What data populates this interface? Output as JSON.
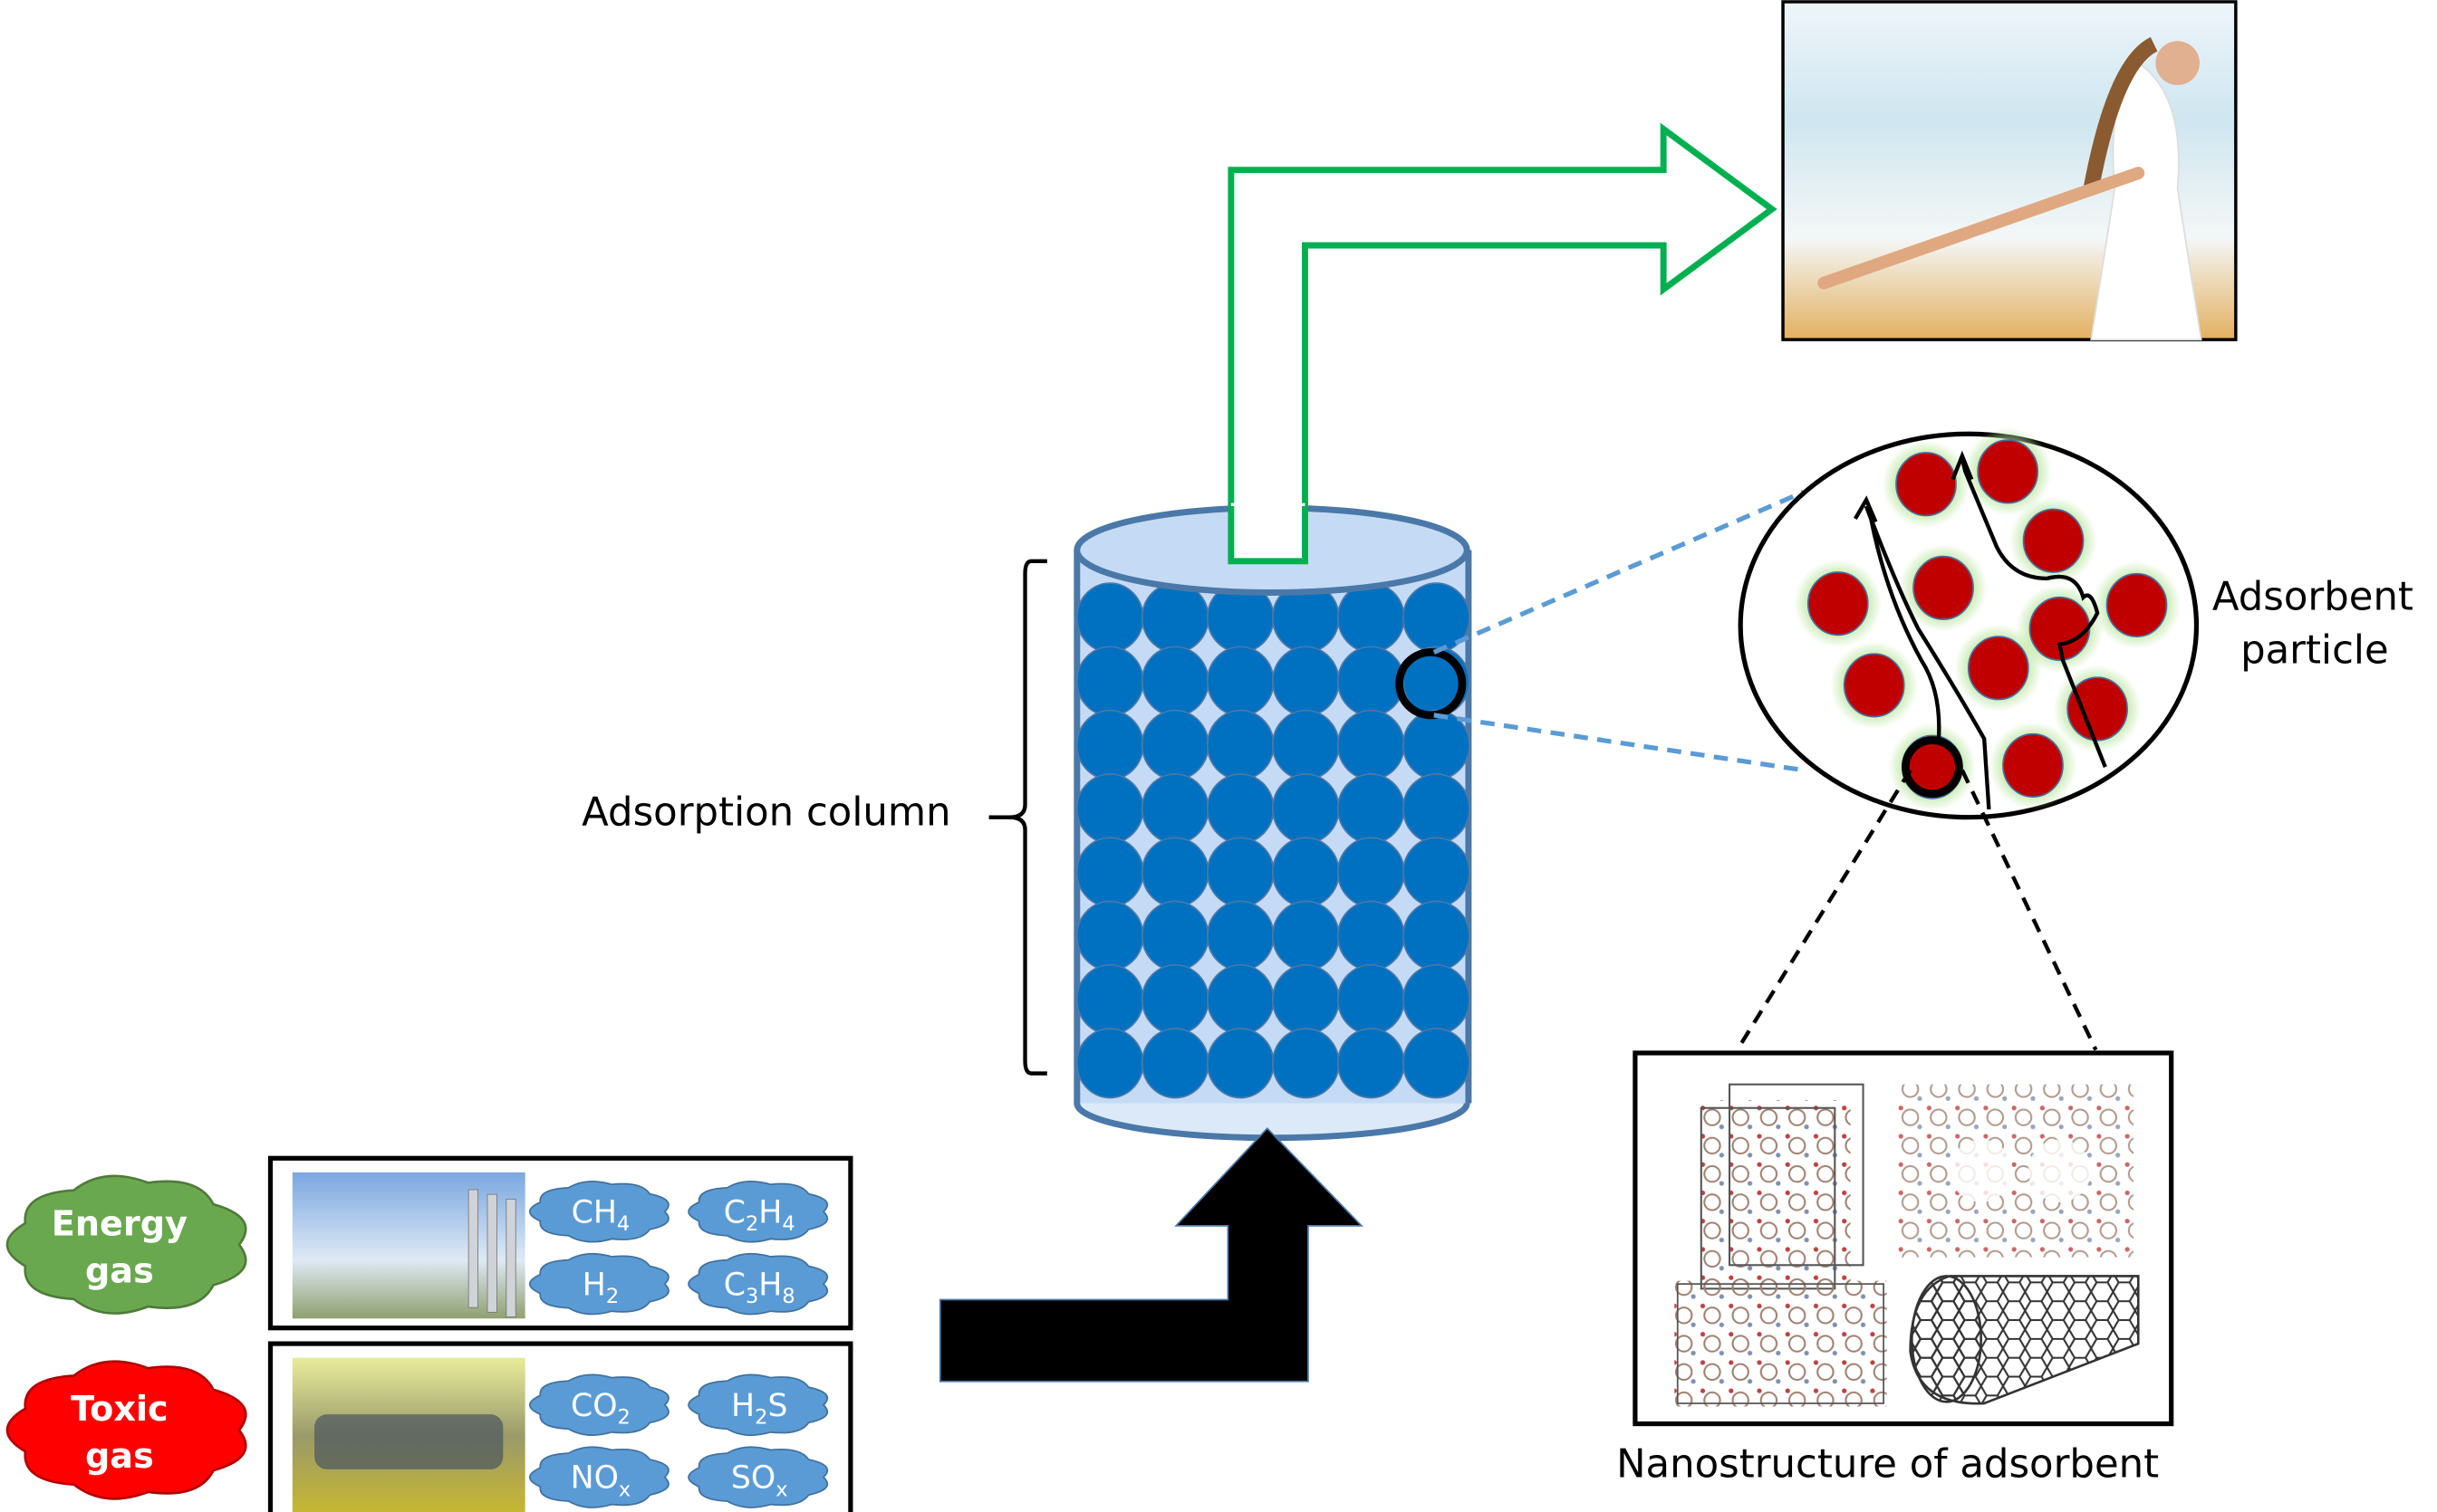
{
  "title": "Gas separation by adsorption column",
  "labels": {
    "adsorption_column": "Adsorption column",
    "adsorbent_particle_line1": "Adsorbent",
    "adsorbent_particle_line2": "particle",
    "nanostructure": "Nanostructure of adsorbent"
  },
  "feed_groups": [
    {
      "cloud_line1": "Energy",
      "cloud_line2": "gas",
      "cloud_color": "#6aa84f",
      "photo": "industrial-plant-photo",
      "gases": [
        {
          "base": "CH",
          "sub": "4",
          "tail": ""
        },
        {
          "base": "C",
          "sub": "2",
          "tail": "H",
          "sub2": "4"
        },
        {
          "base": "H",
          "sub": "2",
          "tail": ""
        },
        {
          "base": "C",
          "sub": "3",
          "tail": "H",
          "sub2": "8"
        }
      ]
    },
    {
      "cloud_line1": "Toxic",
      "cloud_line2": "gas",
      "cloud_color": "#ff0000",
      "photo": "toxic-smoke-photo",
      "gases": [
        {
          "base": "CO",
          "sub": "2",
          "tail": ""
        },
        {
          "base": "H",
          "sub": "2",
          "tail": "S"
        },
        {
          "base": "NO",
          "sub": "x",
          "tail": ""
        },
        {
          "base": "SO",
          "sub": "x",
          "tail": ""
        }
      ]
    }
  ],
  "output_photo": "woman-on-beach-photo",
  "colors": {
    "column_fill": "#c5dbf5",
    "bead": "#0070c0",
    "bead_stroke": "#4a78a8",
    "green_arrow": "#00b050",
    "gas_cloud": "#5b9bd5",
    "particle_core": "#c00000",
    "particle_glow": "#b6e59a"
  },
  "nanostructure_panels": [
    "mof-unit-cell",
    "mof-porous-framework",
    "mof-grid-framework",
    "carbon-nanotube"
  ]
}
